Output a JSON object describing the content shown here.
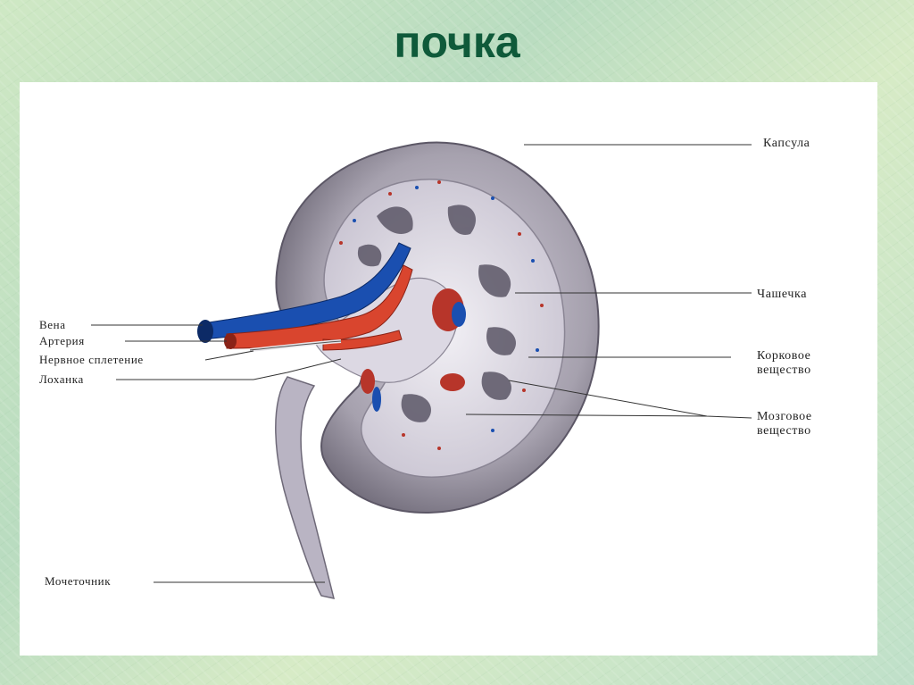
{
  "title": "почка",
  "labels": {
    "left": {
      "vein": "Вена",
      "artery": "Артерия",
      "nerve_plexus": "Нервное сплетение",
      "pelvis": "Лоханка",
      "ureter": "Мочеточник"
    },
    "right": {
      "capsule": "Капсула",
      "calyx": "Чашечка",
      "cortex_1": "Корковое",
      "cortex_2": "вещество",
      "medulla_1": "Мозговое",
      "medulla_2": "вещество"
    }
  },
  "colors": {
    "title": "#0f5a3a",
    "vein": "#1a4fb0",
    "artery": "#d9452e",
    "tissue": "#c9c4d4",
    "capsule": "#8f8a98"
  }
}
